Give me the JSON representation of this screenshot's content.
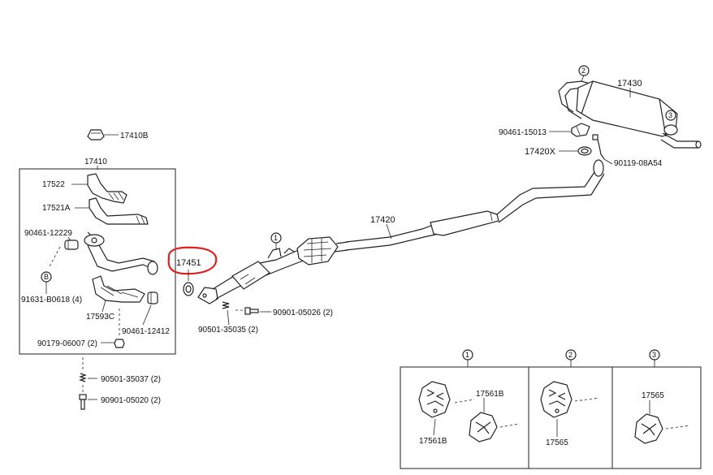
{
  "labels": {
    "p17410B": "17410B",
    "p17410": "17410",
    "p17522": "17522",
    "p17521A": "17521A",
    "p90461_12229": "90461-12229",
    "circleB": "B",
    "p91631": "91631-B0618 (4)",
    "p17593C": "17593C",
    "p90461_12412": "90461-12412",
    "p90179": "90179-06007 (2)",
    "p90501_35037": "90501-35037 (2)",
    "p90901_05020": "90901-05020 (2)",
    "p17451": "17451",
    "circle1_main": "1",
    "p90501_35035": "90501-35035 (2)",
    "p90901_05026": "90901-05026 (2)",
    "p17420": "17420",
    "circle2_main": "2",
    "p17430": "17430",
    "circle3_main": "3",
    "p90461_15013": "90461-15013",
    "p17420X": "17420X",
    "p90119": "90119-08A54",
    "col1_num": "1",
    "col2_num": "2",
    "col3_num": "3",
    "p17561B_a": "17561B",
    "p17561B_b": "17561B",
    "p17565_a": "17565",
    "p17565_b": "17565"
  },
  "colors": {
    "line": "#222222",
    "highlight": "#e0201c",
    "background": "#ffffff"
  }
}
